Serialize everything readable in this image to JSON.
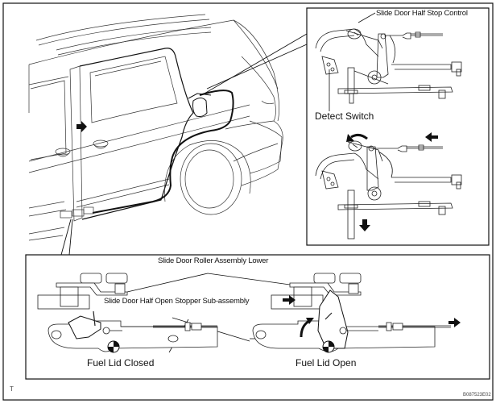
{
  "figure": {
    "type": "service-manual-illustration",
    "subject": "Slide door half stop / fuel lid interlock",
    "callouts": {
      "half_stop_control": "Slide Door Half Stop Control",
      "detect_switch": "Detect Switch",
      "roller_assembly": "Slide Door Roller Assembly Lower",
      "half_open_stopper": "Slide Door Half Open Stopper Sub-assembly"
    },
    "states": {
      "closed": "Fuel Lid Closed",
      "open": "Fuel Lid Open"
    },
    "corner_mark": "T",
    "illustration_code": "B087523E02"
  },
  "colors": {
    "line": "#222222",
    "frame": "#111111",
    "thin": "#555555",
    "fill": "#ffffff"
  },
  "icons": [
    "arrow-right-icon",
    "arrow-left-icon",
    "arrow-down-icon",
    "curved-arrow-icon",
    "fuel-lid-icon"
  ]
}
